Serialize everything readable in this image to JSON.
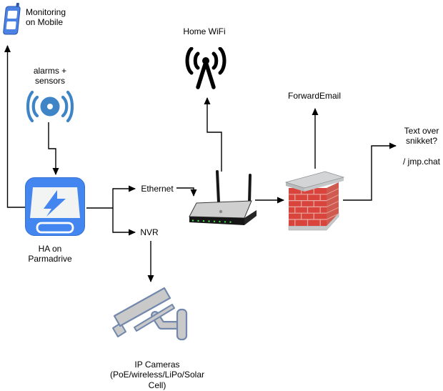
{
  "colors": {
    "line": "#000000",
    "text": "#000000",
    "canvas_bg": "#ffffff",
    "sensor_blue": "#3d85c6",
    "phone_blue": "#4b82e4",
    "phone_blue_dark": "#2a54ac",
    "phone_screen": "#ffffff",
    "drive_blue": "#4486f0",
    "drive_blue_dark": "#3570d4",
    "drive_panel": "#f2f3f3",
    "router_top": "#cfcfcf",
    "router_dark": "#161616",
    "router_side": "#262626",
    "led_green": "#44e04a",
    "brick_red": "#d9453c",
    "brick_side": "#cf5a50",
    "brick_mortar": "#e8aaa2",
    "stone_gray": "#d2d4d5",
    "stone_gray_dark": "#b8bbbc",
    "stone_gray_mid": "#c5c7c8",
    "base_gray": "#c6c8ca",
    "camera_fill": "#c9c9c9",
    "camera_stroke": "#7288ad",
    "antenna_black": "#000000"
  },
  "diagram": {
    "nodes": {
      "monitoring_mobile": {
        "label": "Monitoring\non Mobile",
        "icon": "mobile-phone-icon"
      },
      "alarms_sensors": {
        "label": "alarms +\nsensors",
        "icon": "wireless-sensor-icon"
      },
      "home_wifi": {
        "label": "Home WiFi",
        "icon": "radio-antenna-icon"
      },
      "ha_parmadrive": {
        "label": "HA on\nParmadrive",
        "icon": "home-assistant-drive-icon"
      },
      "wireless_router": {
        "icon": "wireless-router-icon"
      },
      "firewall": {
        "icon": "firewall-brick-wall-icon"
      },
      "forward_email": {
        "label": "ForwardEmail"
      },
      "snikket": {
        "label": "Text over\nsnikket?\n\n/ jmp.chat"
      },
      "ip_cameras": {
        "label": "IP Cameras\n(PoE/wireless/LiPo/Solar\nCell)",
        "icon": "cctv-camera-icon"
      }
    },
    "edge_labels": {
      "ethernet": "Ethernet",
      "nvr": "NVR"
    }
  }
}
